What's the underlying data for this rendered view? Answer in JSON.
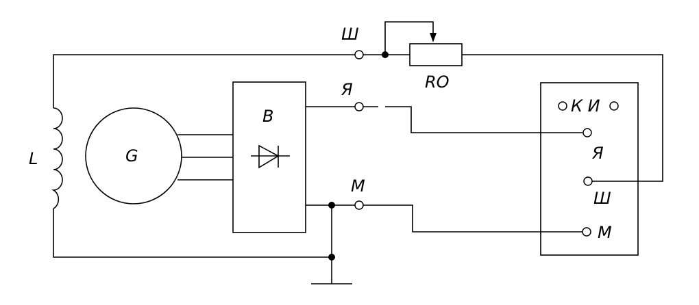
{
  "diagram": {
    "labels": {
      "coil": "L",
      "generator": "G",
      "rectifier": "B",
      "resistor": "RO",
      "terminal_sh_top": "Ш",
      "terminal_ya_top": "Я",
      "terminal_m_top": "M",
      "regulator_ki": "К И",
      "regulator_ya": "Я",
      "regulator_sh": "Ш",
      "regulator_m": "M"
    },
    "colors": {
      "line": "#000000",
      "background": "#ffffff"
    },
    "icons": {
      "diode": "diode-icon",
      "ground": "ground-icon",
      "rheostat": "rheostat-arrow-icon"
    }
  }
}
